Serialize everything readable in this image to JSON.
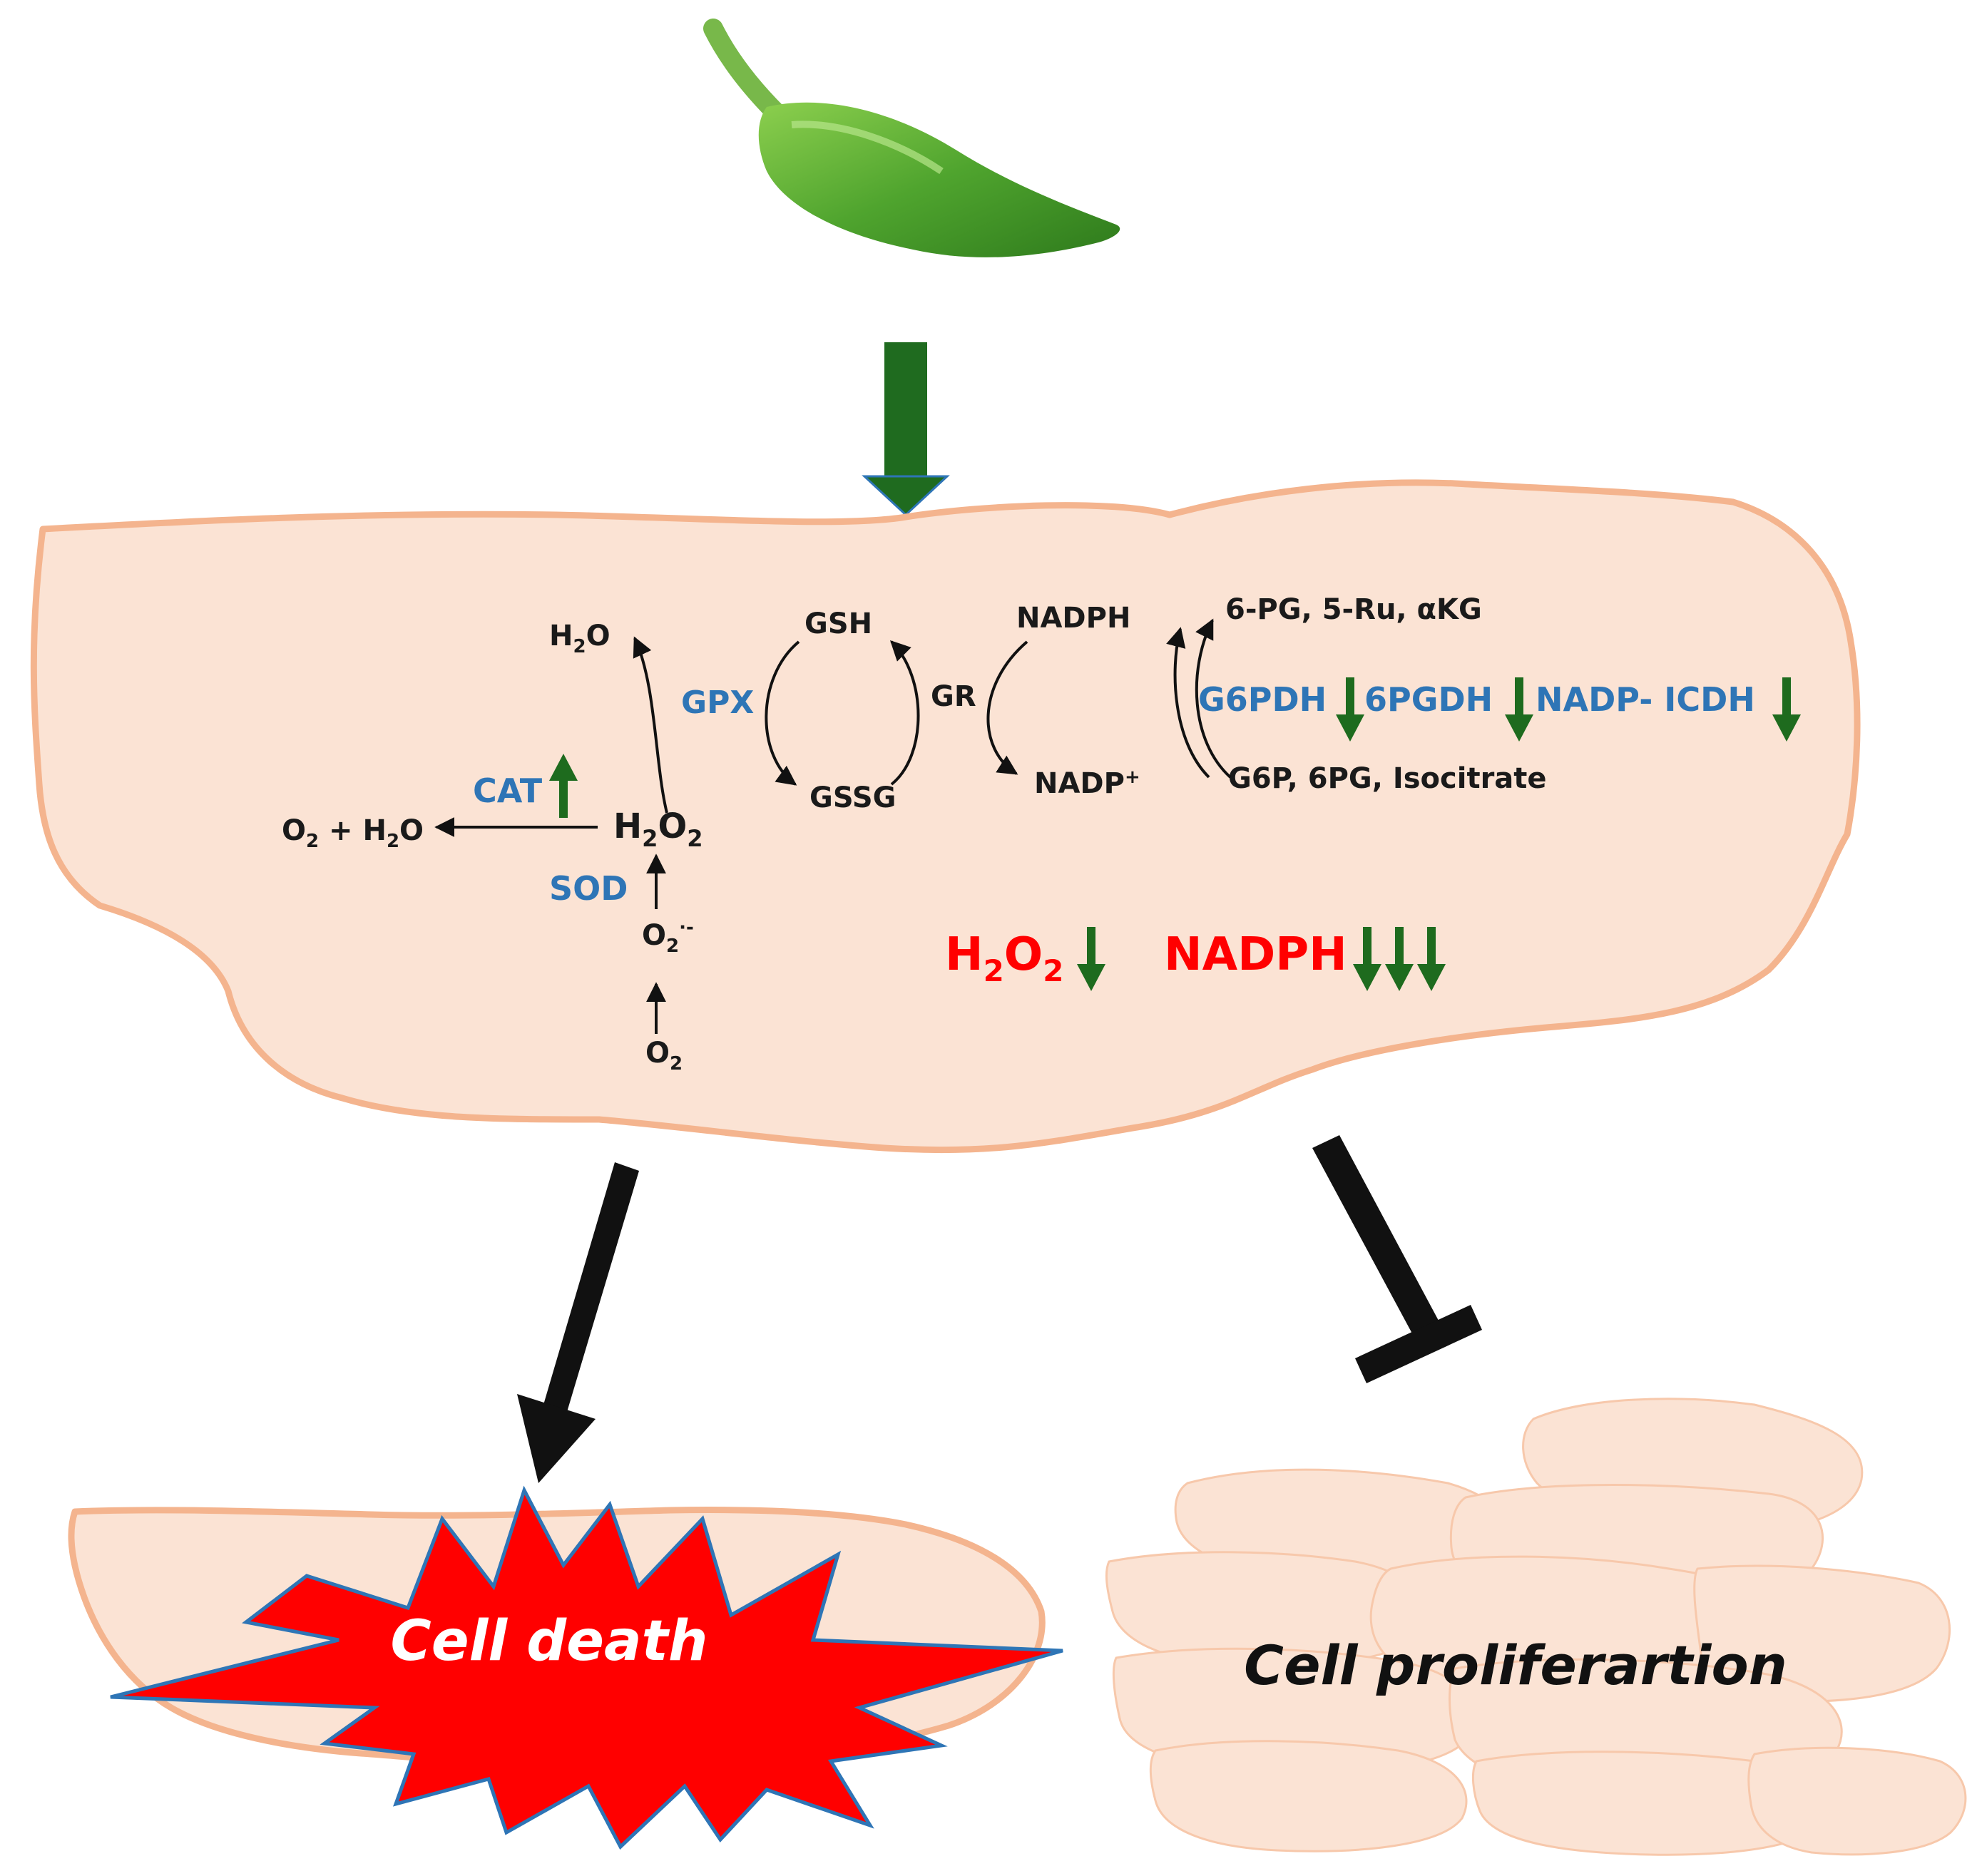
{
  "pathway": {
    "h2o_top": "H",
    "h2o_top_sub": "2",
    "h2o_top_tail": "O",
    "gsh": "GSH",
    "gssg": "GSSG",
    "gpx": "GPX",
    "gr": "GR",
    "nadph": "NADPH",
    "nadp": "NADP",
    "nadp_sup": "+",
    "substrates_out": "6-PG, 5-Ru, αKG",
    "substrates_in": "G6P, 6PG, Isocitrate",
    "g6pdh": "G6PDH",
    "pgdh": "6PGDH",
    "icdh": "NADP- ICDH",
    "cat": "CAT",
    "h2o2_h": "H",
    "h2o2_sub": "2",
    "h2o2_o": "O",
    "h2o2_sub2": "2",
    "o2h2o_a": "O",
    "o2h2o_sub": "2",
    "o2h2o_b": " + H",
    "o2h2o_sub2": "2",
    "o2h2o_c": "O",
    "sod": "SOD",
    "superoxide": "O",
    "superoxide_sub": "2",
    "superoxide_sup": "·-",
    "o2": "O",
    "o2_sub": "2"
  },
  "summary": {
    "h2o2_h": "H",
    "h2o2_sub": "2",
    "h2o2_o": "O",
    "h2o2_sub2": "2",
    "nadph": "NADPH"
  },
  "outcomes": {
    "death": "Cell death",
    "proliferation": "Cell proliferartion"
  },
  "colors": {
    "enzyme": "#2e75b6",
    "highlight": "#ff0000",
    "down_arrow": "#1e6b1e",
    "cell_fill": "#fbe3d4",
    "cell_stroke": "#f4b48e"
  }
}
